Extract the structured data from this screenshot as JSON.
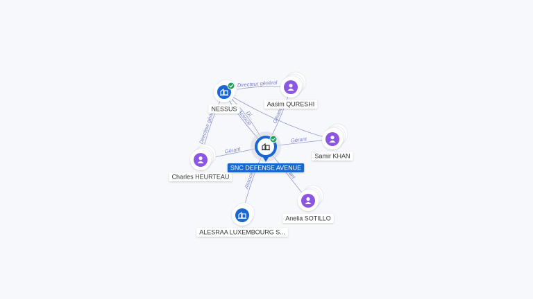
{
  "center": {
    "name": "SNC DEFENSE AVENUE",
    "accent": "#1967d2",
    "verified": true
  },
  "nodes": [
    {
      "id": "nessus",
      "name": "NESSUS",
      "kind": "company",
      "verified": true
    },
    {
      "id": "qureshi",
      "name": "Aasim QURESHI",
      "kind": "person"
    },
    {
      "id": "khan",
      "name": "Samir KHAN",
      "kind": "person"
    },
    {
      "id": "heurteau",
      "name": "Charles HEURTEAU",
      "kind": "person"
    },
    {
      "id": "sotillo",
      "name": "Anelia SOTILLO",
      "kind": "person"
    },
    {
      "id": "alesraa",
      "name": "ALESRAA LUXEMBOURG S...",
      "kind": "company"
    }
  ],
  "edges": [
    {
      "id": "e1",
      "from": "nessus",
      "to": "qureshi",
      "label": "Directeur général"
    },
    {
      "id": "e2",
      "from": "nessus",
      "to": "center",
      "label": "Associé"
    },
    {
      "id": "e3",
      "from": "nessus",
      "to": "center",
      "label": "Di..."
    },
    {
      "id": "e4",
      "from": "nessus",
      "to": "heurteau",
      "label": "Directeur général"
    },
    {
      "id": "e5",
      "from": "qureshi",
      "to": "center",
      "label": "Gérant"
    },
    {
      "id": "e6",
      "from": "nessus",
      "to": "khan",
      "label": ""
    },
    {
      "id": "e7",
      "from": "khan",
      "to": "center",
      "label": "Gérant"
    },
    {
      "id": "e8",
      "from": "heurteau",
      "to": "center",
      "label": "Gérant"
    },
    {
      "id": "e9",
      "from": "sotillo",
      "to": "center",
      "label": "Gérant"
    },
    {
      "id": "e10",
      "from": "alesraa",
      "to": "center",
      "label": "Associé"
    }
  ],
  "colors": {
    "company": "#1967d2",
    "person": "#8a56e2",
    "verified": "#1e9e5a",
    "edge": "#6e7bb8"
  },
  "icons": {
    "company": "building-icon",
    "person": "person-icon",
    "verified": "check-badge-icon"
  }
}
